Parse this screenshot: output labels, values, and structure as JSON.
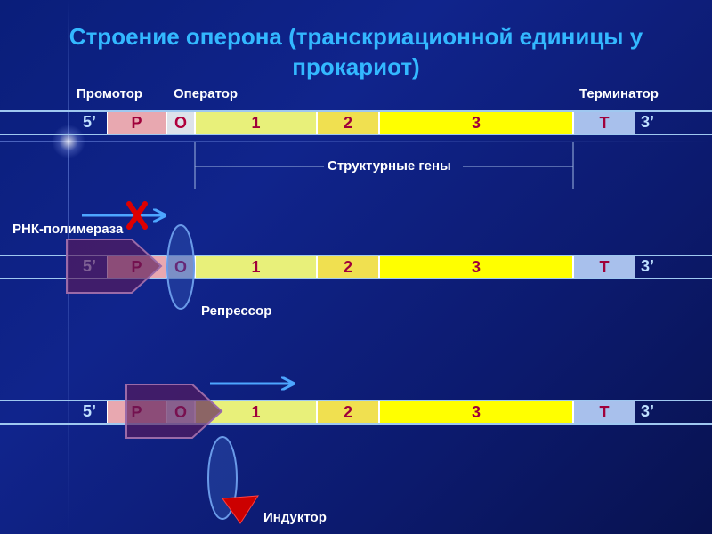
{
  "title": "Строение оперона (транскриационной единицы у прокариот)",
  "labels": {
    "promoter": "Промотор",
    "operator": "Оператор",
    "terminator": "Терминатор",
    "structural_genes": "Структурные гены",
    "rna_polymerase": "РНК-полимераза",
    "repressor": "Репрессор",
    "inducer": "Индуктор"
  },
  "strand": {
    "end5": "5’",
    "end3": "3’",
    "segments": [
      "P",
      "O",
      "1",
      "2",
      "3",
      "T"
    ]
  },
  "colors": {
    "title": "#33b8ff",
    "promoter_box": "#e8a8b0",
    "operator_box": "#dde2ea",
    "gene1": "#e8f07a",
    "gene2": "#f0e050",
    "gene3": "#ffff00",
    "terminator_box": "#a8c0ec",
    "polymerase": "#5a1a5a",
    "repressor": "#2040a0",
    "inducer_arrow": "#cc0000",
    "block_cross": "#dd0000"
  }
}
